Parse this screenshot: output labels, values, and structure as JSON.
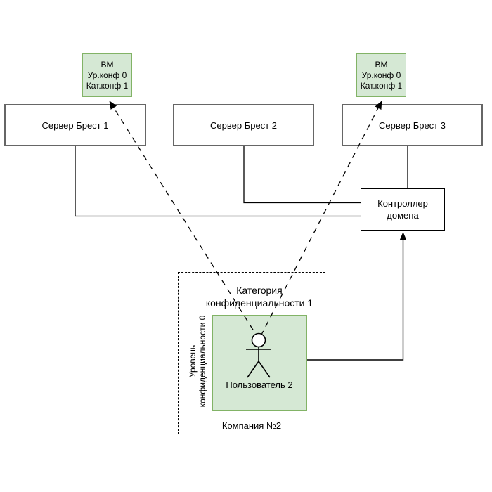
{
  "nodes": {
    "vm_left": {
      "lines": [
        "ВМ",
        "Ур.конф 0",
        "Кат.конф 1"
      ]
    },
    "vm_right": {
      "lines": [
        "ВМ",
        "Ур.конф 0",
        "Кат.конф 1"
      ]
    },
    "server_1": {
      "label": "Сервер Брест 1"
    },
    "server_2": {
      "label": "Сервер Брест 2"
    },
    "server_3": {
      "label": "Сервер Брест 3"
    },
    "domain_controller": {
      "lines": [
        "Контроллер",
        "домена"
      ]
    },
    "company_zone": {
      "category_lines": [
        "Категория",
        "конфиденциальности 1"
      ],
      "level_lines": [
        "Уровень",
        "конфиденциальности 0"
      ],
      "user_label": "Пользователь 2",
      "company_label": "Компания №2"
    }
  },
  "colors": {
    "green_fill": "#d5e8d4",
    "green_border": "#82b366",
    "server_border": "#666666",
    "connector": "#000000",
    "background": "#ffffff"
  }
}
